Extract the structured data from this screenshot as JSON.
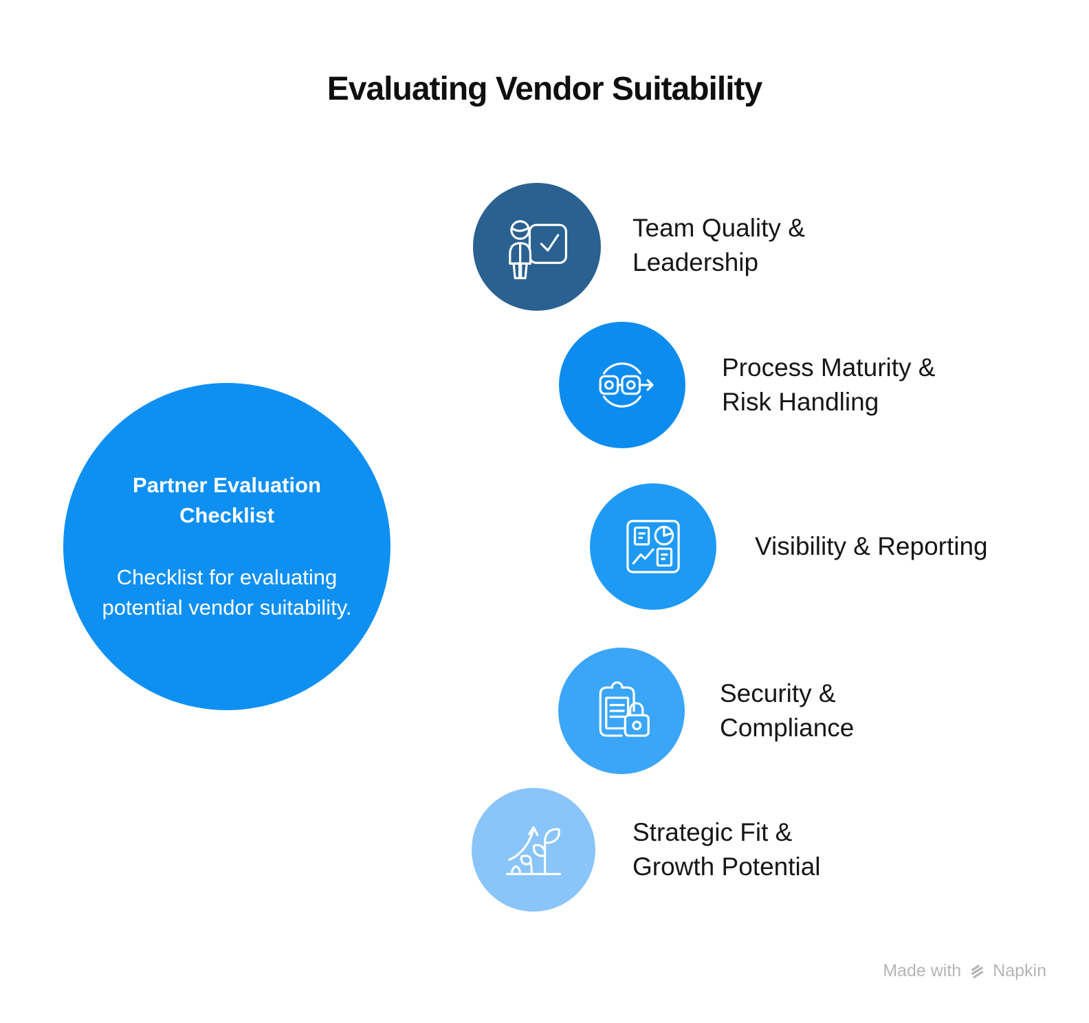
{
  "title": "Evaluating Vendor Suitability",
  "hub": {
    "heading": "Partner Evaluation Checklist",
    "description": "Checklist for evaluating potential vendor suitability.",
    "color": "#0e90f3",
    "text_color": "#ffffff"
  },
  "items": [
    {
      "label": "Team Quality & Leadership",
      "icon": "presenter-checkboard-icon",
      "color": "#2a6191"
    },
    {
      "label": "Process Maturity & Risk Handling",
      "icon": "process-flow-icon",
      "color": "#0d8cef"
    },
    {
      "label": "Visibility & Reporting",
      "icon": "dashboard-report-icon",
      "color": "#1e9af5"
    },
    {
      "label": "Security & Compliance",
      "icon": "clipboard-lock-icon",
      "color": "#3ba6f8"
    },
    {
      "label": "Strategic Fit & Growth Potential",
      "icon": "growth-plant-icon",
      "color": "#89c5f9"
    }
  ],
  "watermark": {
    "prefix": "Made with",
    "brand": "Napkin",
    "color": "#b5b5b5"
  },
  "colors": {
    "background": "#ffffff",
    "title_text": "#0f0f0f",
    "label_text": "#161616"
  }
}
